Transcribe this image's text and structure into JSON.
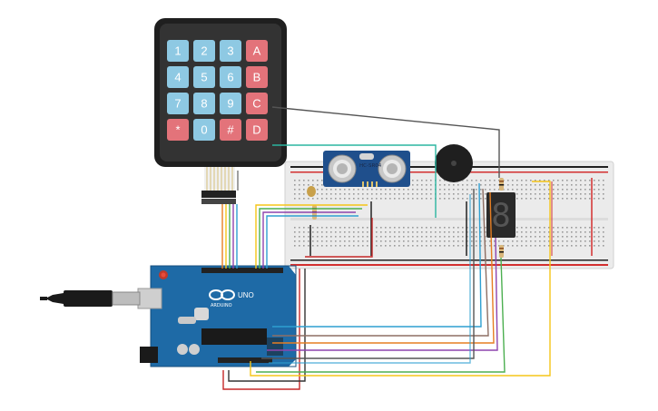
{
  "keypad": {
    "keys": [
      [
        "1",
        "2",
        "3",
        "A"
      ],
      [
        "4",
        "5",
        "6",
        "B"
      ],
      [
        "7",
        "8",
        "9",
        "C"
      ],
      [
        "*",
        "0",
        "#",
        "D"
      ]
    ],
    "digit_color": "#8ec9e3",
    "letter_color": "#e3737a",
    "body_color": "#2b2b2b"
  },
  "ultrasonic": {
    "label": "HC-SR04"
  },
  "arduino": {
    "model": "UNO",
    "brand": "ARDUINO",
    "body_color": "#1d5f93"
  },
  "seven_segment": {
    "digit": "8"
  },
  "colors": {
    "breadboard": "#e9e9e9",
    "rail_red": "#d32f2f",
    "rail_black": "#222222",
    "wire_red": "#c62828",
    "wire_black": "#333333",
    "wire_blue": "#2e9fd1",
    "wire_yellow": "#f5c518",
    "wire_green": "#4caf50",
    "wire_purple": "#8e44ad",
    "wire_orange": "#e67e22",
    "wire_gray": "#777777",
    "wire_brown": "#8d6e63",
    "wire_teal": "#2bb5a0"
  }
}
